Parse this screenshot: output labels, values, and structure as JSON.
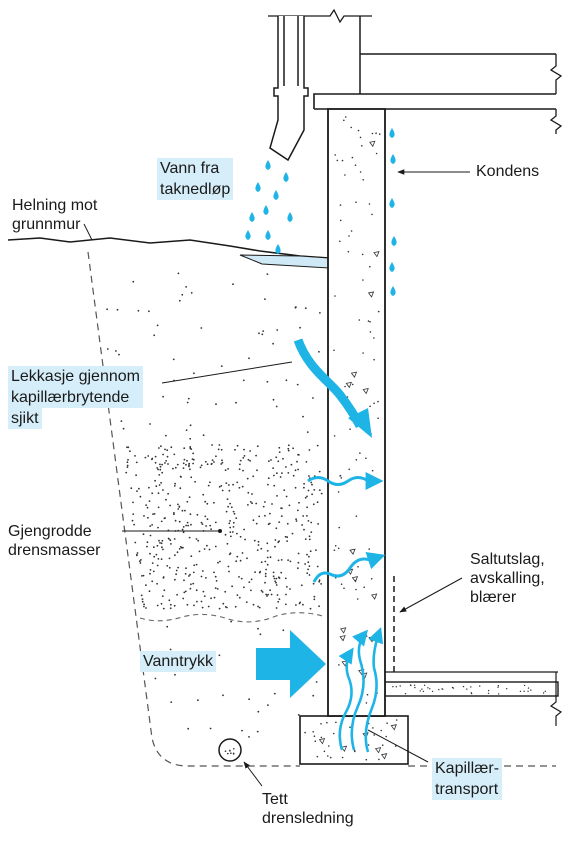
{
  "labels": {
    "vann_fra": {
      "line1": "Vann fra",
      "line2": "taknedløp"
    },
    "kondens": "Kondens",
    "helning": {
      "line1": "Helning mot",
      "line2": "grunnmur"
    },
    "lekkasje": {
      "line1": "Lekkasje gjennom",
      "line2": "kapillærbrytende",
      "line3": "sjikt"
    },
    "gjengrodde": {
      "line1": "Gjengrodde",
      "line2": "drensmasser"
    },
    "saltutslag": {
      "line1": "Saltutslag,",
      "line2": "avskalling,",
      "line3": "blærer"
    },
    "vanntrykk": "Vanntrykk",
    "kapillaer": {
      "line1": "Kapillær-",
      "line2": "transport"
    },
    "tett": {
      "line1": "Tett",
      "line2": "drensledning"
    }
  },
  "colors": {
    "water": "#1fb4e6",
    "label_highlight": "#d6eef9",
    "ink": "#1a1a1a",
    "water_fill": "#cfeaf6"
  }
}
